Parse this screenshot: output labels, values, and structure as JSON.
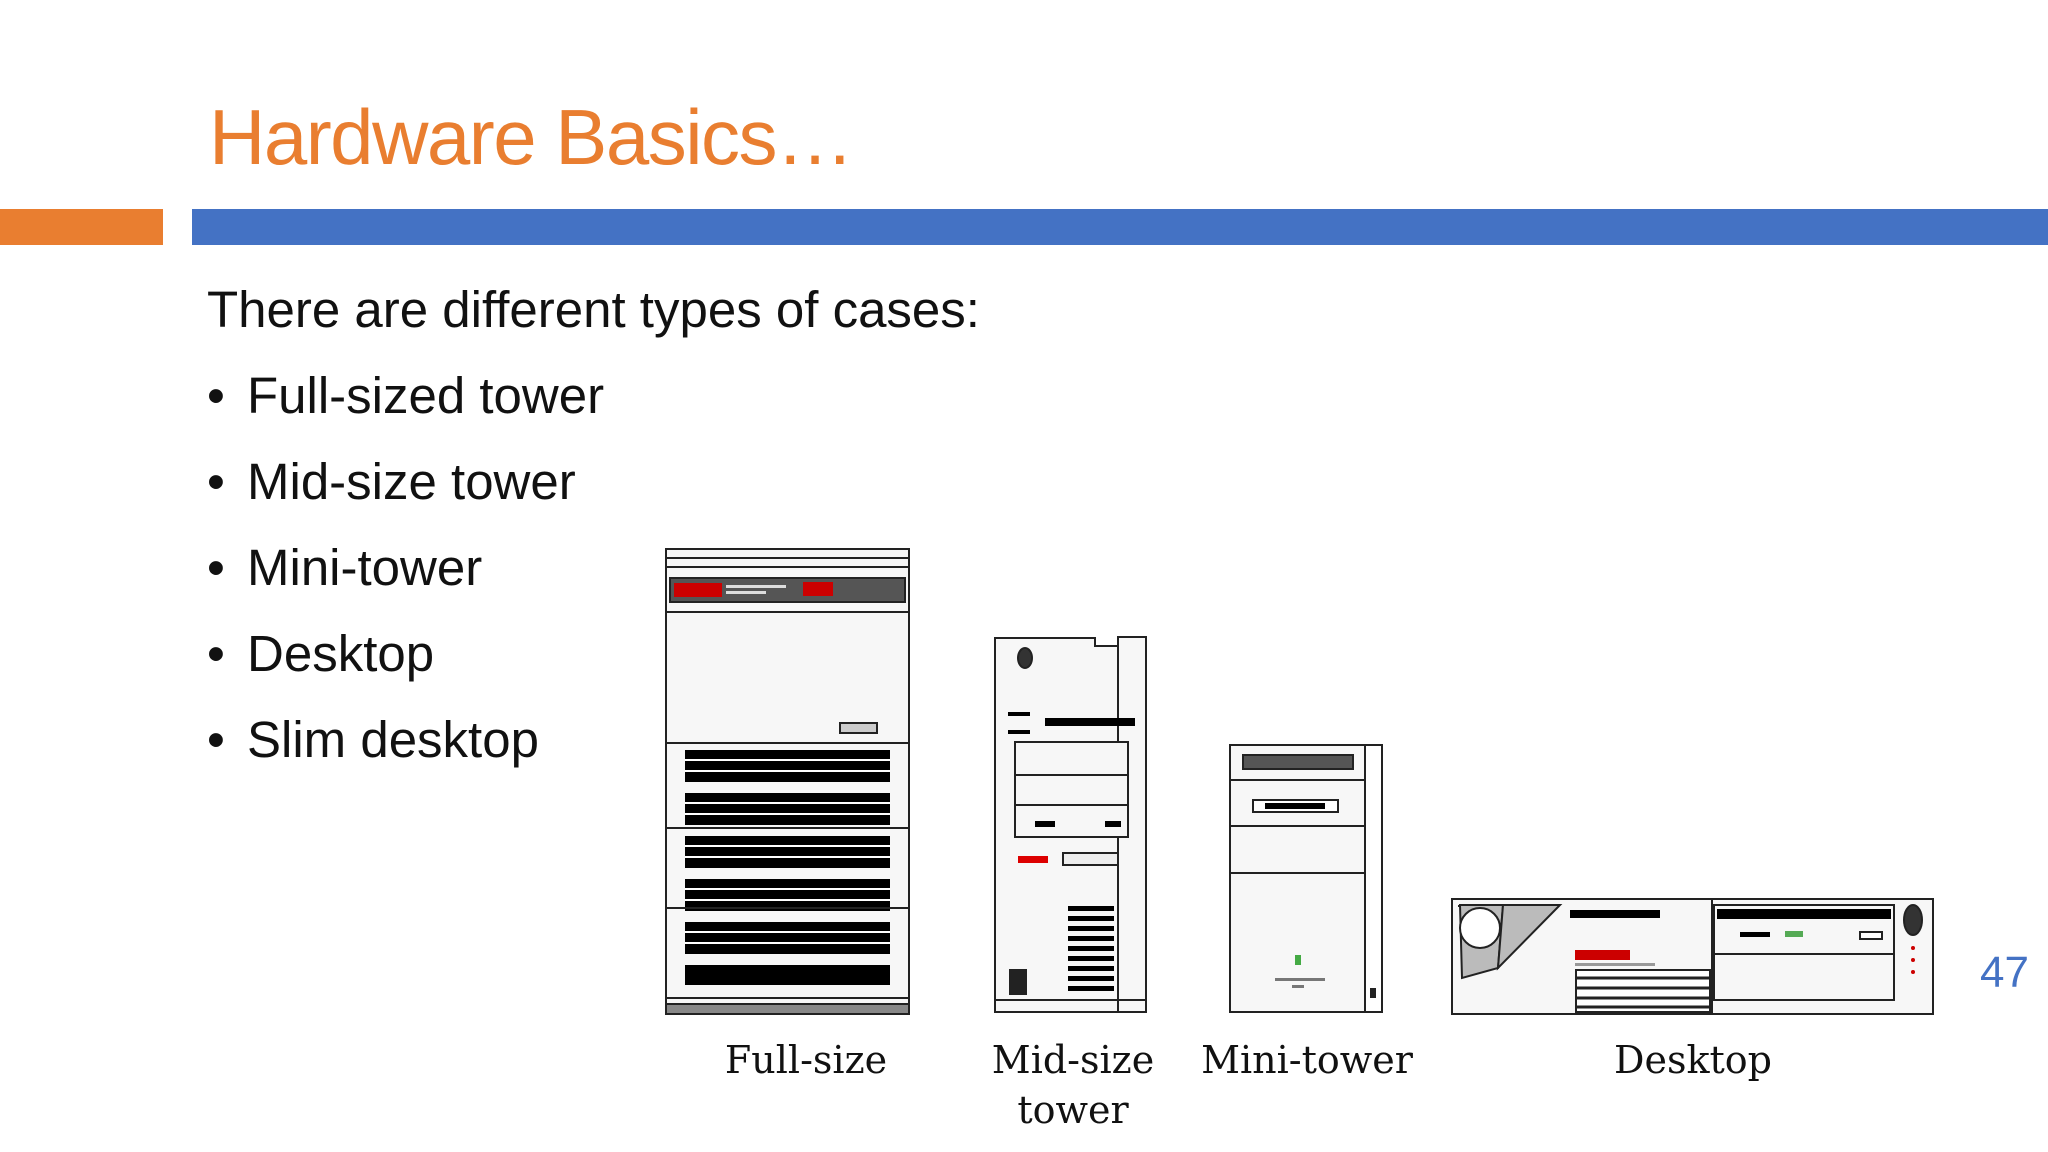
{
  "slide": {
    "title": "Hardware Basics…",
    "intro": "There are different types of cases:",
    "bullets": [
      "Full-sized tower",
      "Mid-size tower",
      "Mini-tower",
      "Desktop",
      "Slim desktop"
    ],
    "page_number": "47",
    "colors": {
      "title": "#e97e30",
      "accent_bar_left": "#e97e30",
      "accent_bar_main": "#4472c4",
      "page_number": "#4472c4"
    }
  },
  "figure": {
    "labels": {
      "full_size": "Full-size",
      "mid_size_line1": "Mid-size",
      "mid_size_line2": "tower",
      "mini_tower": "Mini-tower",
      "desktop": "Desktop"
    }
  }
}
